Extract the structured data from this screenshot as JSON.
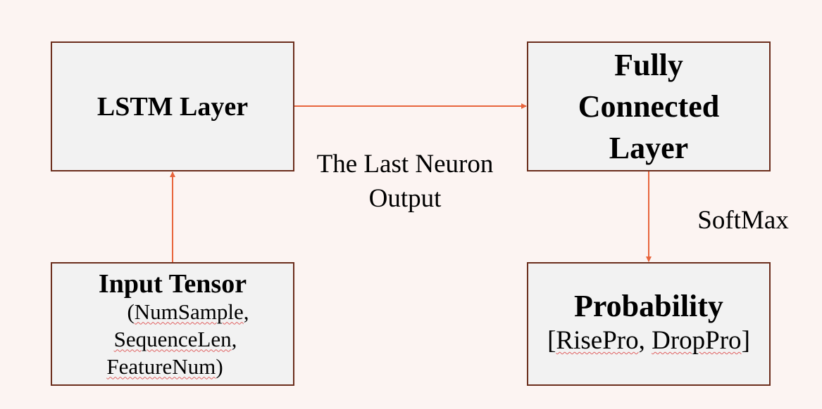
{
  "nodes": {
    "lstm": {
      "title": "LSTM Layer"
    },
    "fully_connected": {
      "title_lines": [
        "Fully",
        "Connected",
        "Layer"
      ]
    },
    "input": {
      "title": "Input Tensor",
      "line1_paren": "(",
      "line1_word": "NumSample",
      "line1_tail": ",",
      "line2_word": "SequenceLen",
      "line2_tail": ",",
      "line3_word": "FeatureNum",
      "line3_tail": ")"
    },
    "probability": {
      "title": "Probability",
      "open": "[",
      "rise": "RisePro",
      "sep": ", ",
      "drop": "DropPro",
      "close": "]"
    }
  },
  "edges": {
    "last_neuron_label_lines": [
      "The Last Neuron",
      "Output"
    ],
    "softmax_label": "SoftMax"
  },
  "colors": {
    "arrow": "#e8643c",
    "box_border": "#6b2d1c",
    "box_fill": "#f2f2f2",
    "background": "#fcf4f2"
  }
}
